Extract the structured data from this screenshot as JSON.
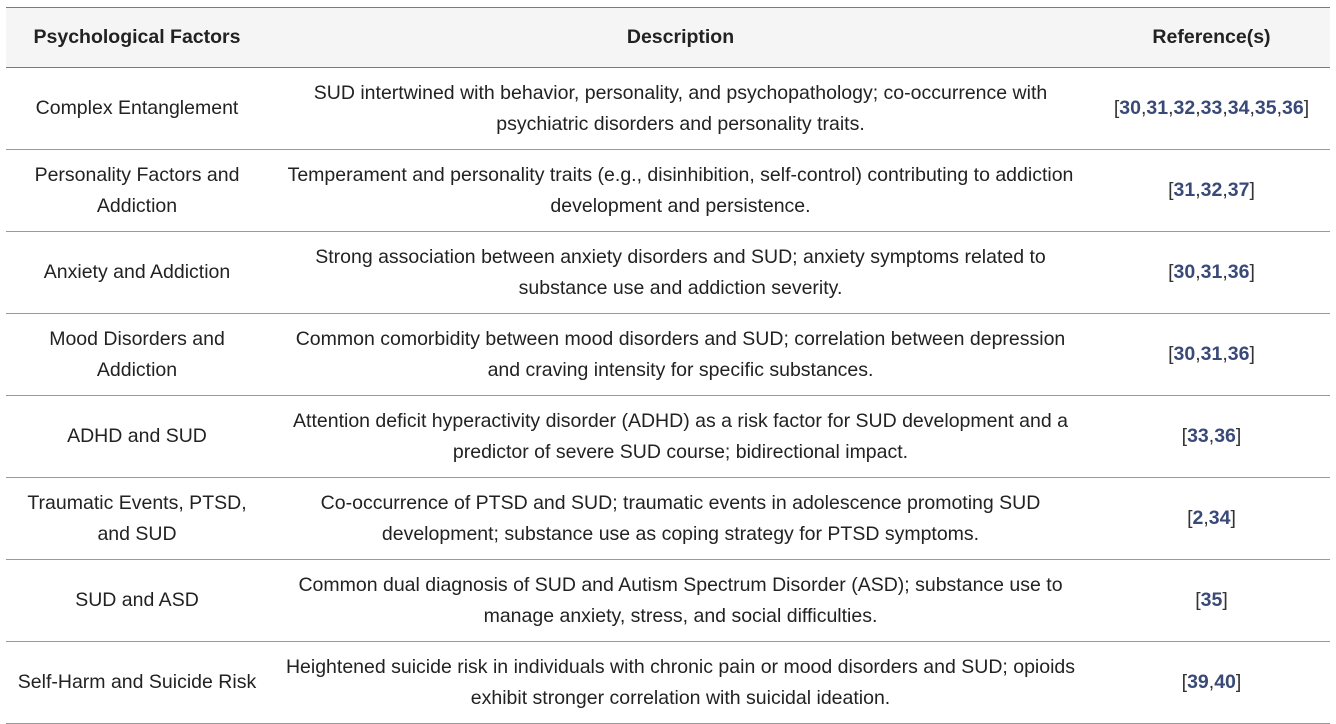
{
  "table": {
    "headers": [
      "Psychological Factors",
      "Description",
      "Reference(s)"
    ],
    "rows": [
      {
        "factor": "Complex Entanglement",
        "description": "SUD intertwined with behavior, personality, and psychopathology; co-occurrence with psychiatric disorders and personality traits.",
        "references": [
          "30",
          "31",
          "32",
          "33",
          "34",
          "35",
          "36"
        ]
      },
      {
        "factor": "Personality Factors and Addiction",
        "description": "Temperament and personality traits (e.g., disinhibition, self-control) contributing to addiction development and persistence.",
        "references": [
          "31",
          "32",
          "37"
        ]
      },
      {
        "factor": "Anxiety and Addiction",
        "description": "Strong association between anxiety disorders and SUD; anxiety symptoms related to substance use and addiction severity.",
        "references": [
          "30",
          "31",
          "36"
        ]
      },
      {
        "factor": "Mood Disorders and Addiction",
        "description": "Common comorbidity between mood disorders and SUD; correlation between depression and craving intensity for specific substances.",
        "references": [
          "30",
          "31",
          "36"
        ]
      },
      {
        "factor": "ADHD and SUD",
        "description": "Attention deficit hyperactivity disorder (ADHD) as a risk factor for SUD development and a predictor of severe SUD course; bidirectional impact.",
        "references": [
          "33",
          "36"
        ]
      },
      {
        "factor": "Traumatic Events, PTSD, and SUD",
        "description": "Co-occurrence of PTSD and SUD; traumatic events in adolescence promoting SUD development; substance use as coping strategy for PTSD symptoms.",
        "references": [
          "2",
          "34"
        ]
      },
      {
        "factor": "SUD and ASD",
        "description": "Common dual diagnosis of SUD and Autism Spectrum Disorder (ASD); substance use to manage anxiety, stress, and social difficulties.",
        "references": [
          "35"
        ]
      },
      {
        "factor": "Self-Harm and Suicide Risk",
        "description": "Heightened suicide risk in individuals with chronic pain or mood disorders and SUD; opioids exhibit stronger correlation with suicidal ideation.",
        "references": [
          "39",
          "40"
        ]
      }
    ]
  },
  "colors": {
    "text": "#222222",
    "reference_link": "#3a4a78",
    "header_background": "#f5f5f5",
    "rule": "#9a9a9a"
  }
}
